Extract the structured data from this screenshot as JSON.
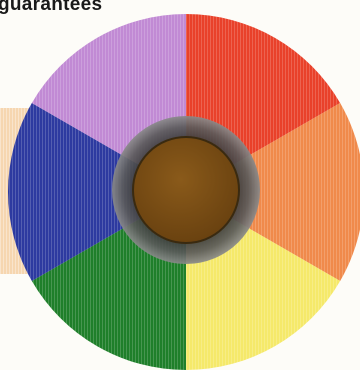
{
  "caption": "guarantees",
  "wheel": {
    "segments": [
      {
        "name": "red",
        "color": "#e9412a"
      },
      {
        "name": "orange",
        "color": "#f08a4b"
      },
      {
        "name": "yellow",
        "color": "#f5e96a"
      },
      {
        "name": "green",
        "color": "#1f7f2a"
      },
      {
        "name": "blue",
        "color": "#2d3aa0"
      },
      {
        "name": "violet",
        "color": "#c18ad4"
      }
    ],
    "center_color": "#7a4e12",
    "ring_color": "#4a4a4a"
  }
}
